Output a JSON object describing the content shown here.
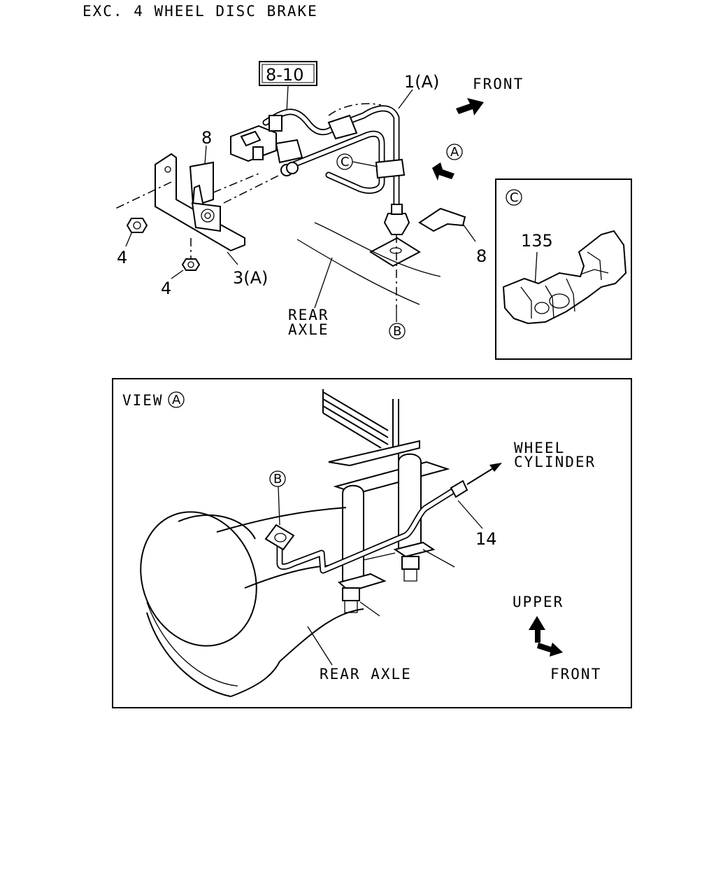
{
  "title": "EXC. 4 WHEEL DISC BRAKE",
  "top_view": {
    "ref_box": "8-10",
    "callouts": {
      "pipe": "1(A)",
      "clip_left": "8",
      "clip_right": "8",
      "nut_upper": "4",
      "nut_lower": "4",
      "bracket": "3(A)"
    },
    "front_label": "FRONT",
    "rear_axle_label_1": "REAR",
    "rear_axle_label_2": "AXLE",
    "marker_a": "A",
    "marker_b": "B",
    "marker_c": "C"
  },
  "detail_c": {
    "marker": "C",
    "callout": "135"
  },
  "view_a": {
    "title": "VIEW",
    "marker": "A",
    "marker_b": "B",
    "callout_hose": "14",
    "wheel_cylinder_1": "WHEEL",
    "wheel_cylinder_2": "CYLINDER",
    "upper_label": "UPPER",
    "front_label": "FRONT",
    "rear_axle_label": "REAR AXLE"
  }
}
